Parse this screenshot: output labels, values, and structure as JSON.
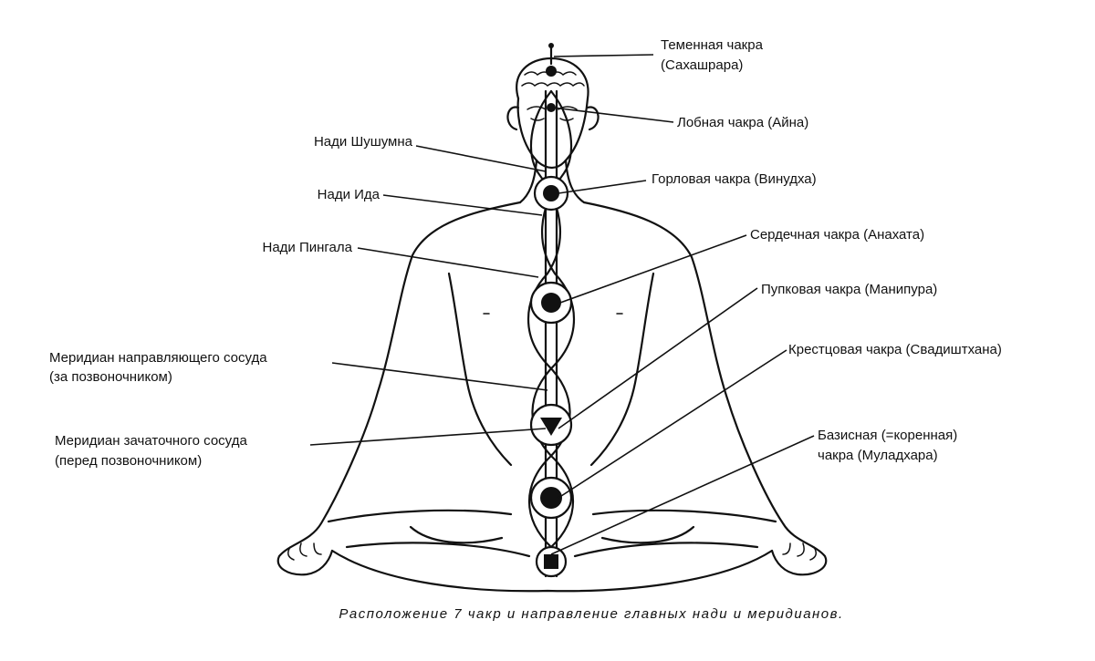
{
  "labels": {
    "crown": [
      "Теменная чакра",
      "(Сахашрара)"
    ],
    "brow": [
      "Лобная чакра (Айна)"
    ],
    "throat": [
      "Горловая чакра (Винудха)"
    ],
    "heart": [
      "Сердечная чакра (Анахата)"
    ],
    "navel": [
      "Пупковая чакра (Манипура)"
    ],
    "sacral": [
      "Крестцовая чакра (Свадиштхана)"
    ],
    "root": [
      "Базисная (=коренная)",
      "чакра (Муладхара)"
    ],
    "sushumna": [
      "Нади Шушумна"
    ],
    "ida": [
      "Нади Ида"
    ],
    "pingala": [
      "Нади Пингала"
    ],
    "governing": [
      "Меридиан направляющего сосуда",
      "(за позвоночником)"
    ],
    "conception": [
      "Меридиан зачаточного сосуда",
      "(перед позвоночником)"
    ]
  },
  "caption": "Расположение 7 чакр и направление главных нади и меридианов."
}
